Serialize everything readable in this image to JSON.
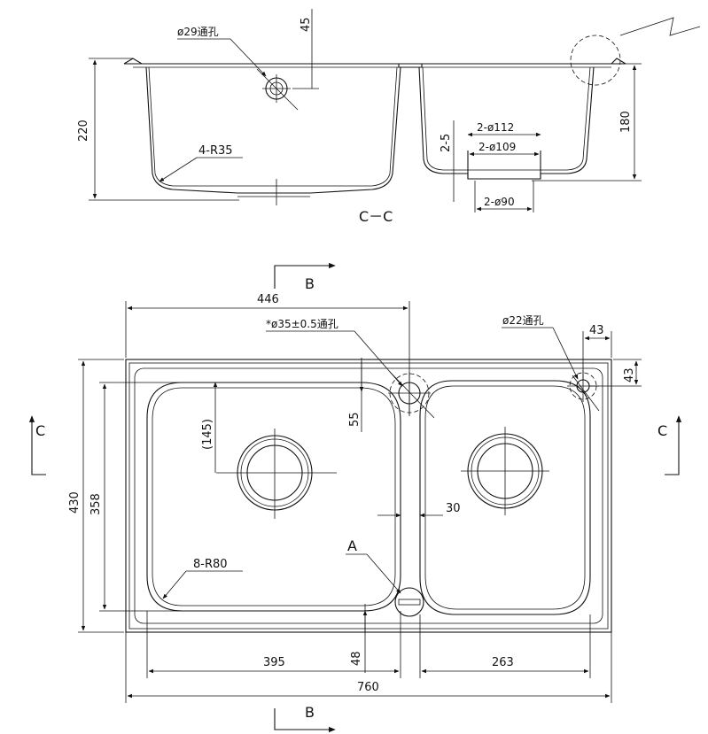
{
  "section_view": {
    "label": "C－C",
    "dims": {
      "drain_hole": "ø29通孔",
      "depth_offset": "45",
      "height": "220",
      "corner_radius": "4-R35",
      "gap": "2-5",
      "dia_outer": "2-ø112",
      "dia_mid": "2-ø109",
      "dia_inner": "2-ø90",
      "right_height": "180"
    }
  },
  "plan_view": {
    "section_b": "B",
    "section_c": "C",
    "dims": {
      "left_width": "446",
      "tap_hole": "*ø35±0.5通孔",
      "small_hole": "ø22通孔",
      "offset_43_h": "43",
      "offset_43_v": "43",
      "offset_55": "55",
      "bowl_offset": "(145)",
      "height_outer": "430",
      "height_inner": "358",
      "divider": "30",
      "corner_radius": "8-R80",
      "detail": "A",
      "bottom_48": "48",
      "left_bowl": "395",
      "right_bowl": "263",
      "total_width": "760"
    }
  }
}
